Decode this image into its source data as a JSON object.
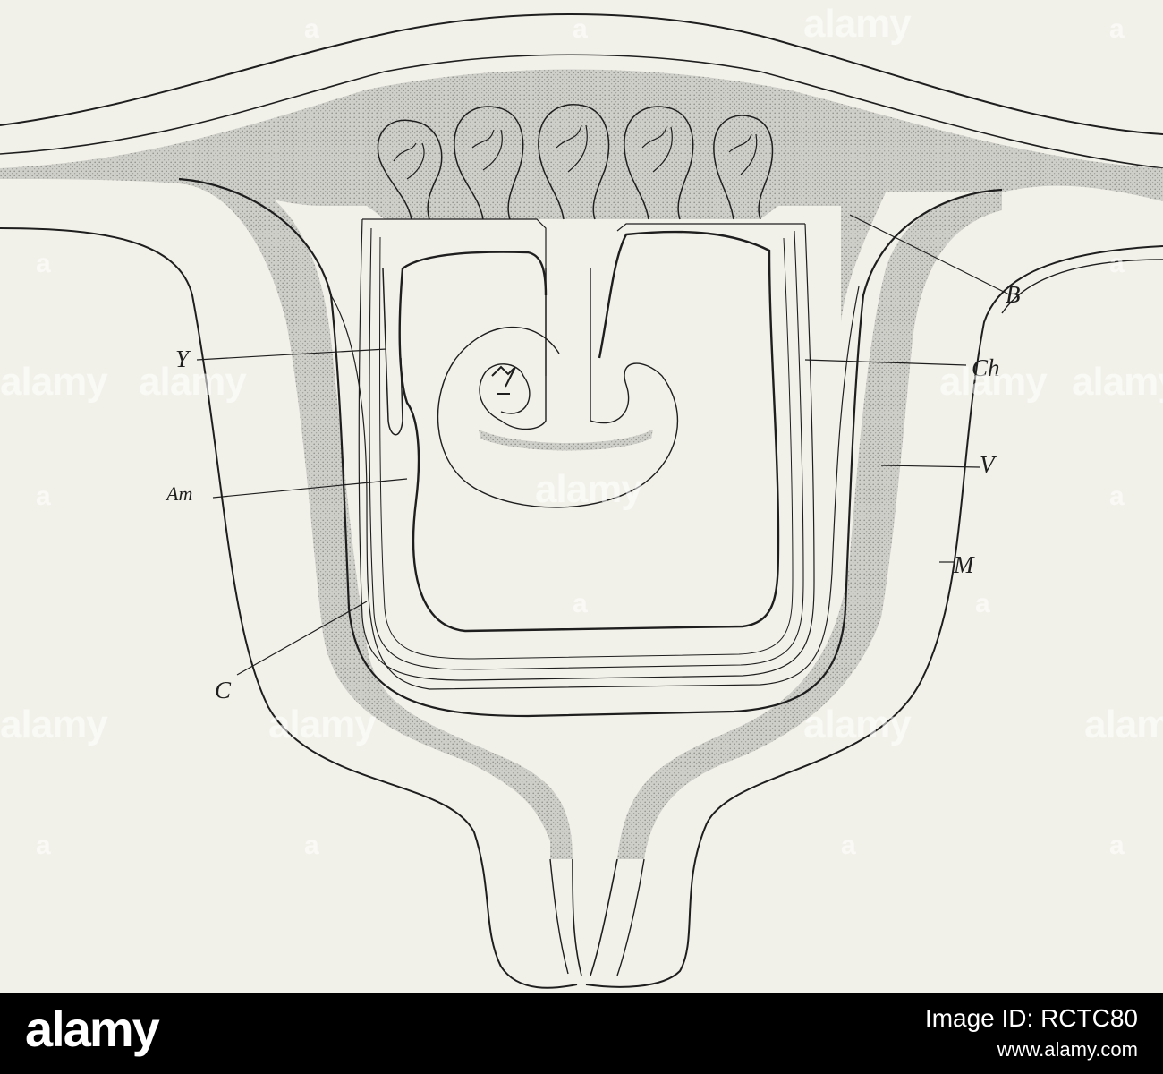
{
  "labels": {
    "Y": "Y",
    "Am": "Am",
    "C": "C",
    "B": "B",
    "Ch": "Ch",
    "V": "V",
    "M": "M"
  },
  "watermark": {
    "text": "alamy",
    "letter": "a"
  },
  "footer": {
    "logo": "alamy",
    "image_id": "Image ID: RCTC80",
    "url": "www.alamy.com"
  },
  "colors": {
    "paper": "#f2f1e9",
    "stipple": "#c4c4c0",
    "ink": "#1e1e1e",
    "footer": "#000000"
  }
}
